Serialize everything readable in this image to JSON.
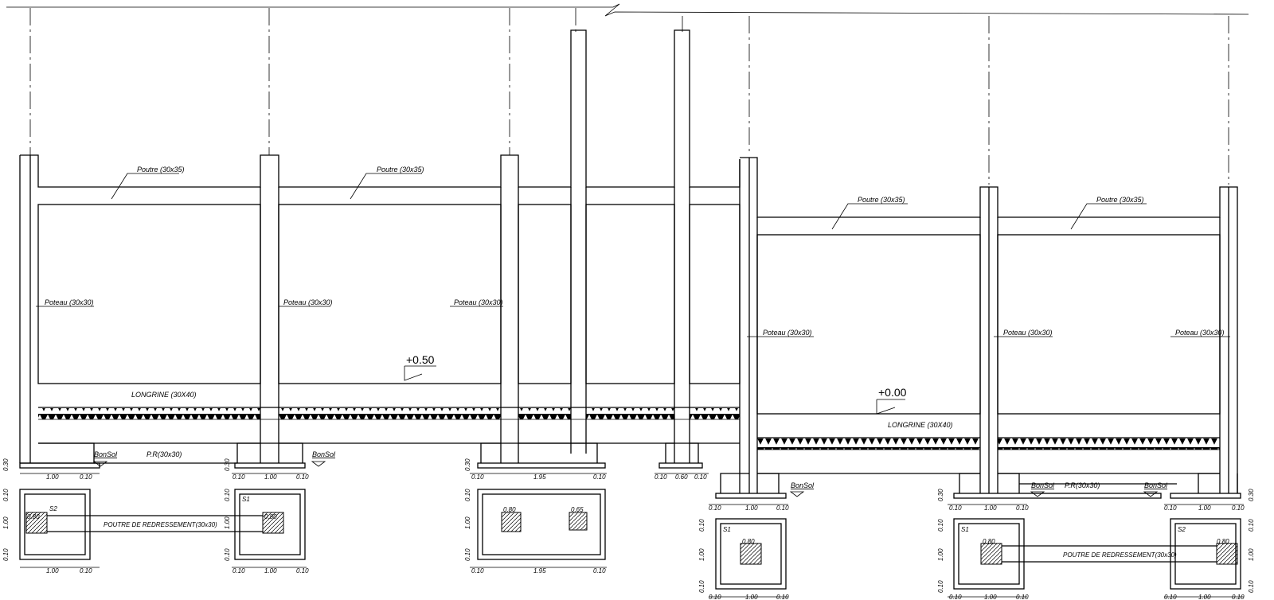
{
  "labels": {
    "poutre": "Poutre (30x35)",
    "poteau": "Poteau (30x30)",
    "longrine": "LONGRINE (30X40)",
    "bonsol": "BonSol",
    "pr": "P.R(30x30)",
    "poutre_redressement": "POUTRE DE REDRESSEMENT(30x30)",
    "s1": "S1",
    "s2": "S2"
  },
  "levels": {
    "left": "+0.50",
    "right": "+0.00"
  },
  "dims": {
    "d010": "0.10",
    "d030": "0.30",
    "d060": "0.60",
    "d080": "0.80",
    "d100": "1.00",
    "d195": "1.95",
    "d065": "0.65"
  }
}
